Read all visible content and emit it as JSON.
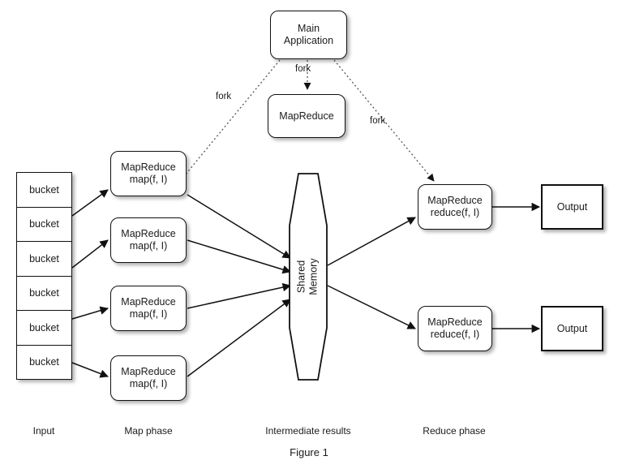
{
  "figure": {
    "caption": "Figure 1"
  },
  "nodes": {
    "main_application": {
      "line1": "Main",
      "line2": "Application"
    },
    "mapreduce_library": {
      "line1": "MapReduce"
    },
    "map_tasks": [
      {
        "line1": "MapReduce",
        "line2": "map(f, I)"
      },
      {
        "line1": "MapReduce",
        "line2": "map(f, I)"
      },
      {
        "line1": "MapReduce",
        "line2": "map(f, I)"
      },
      {
        "line1": "MapReduce",
        "line2": "map(f, I)"
      }
    ],
    "reduce_tasks": [
      {
        "line1": "MapReduce",
        "line2": "reduce(f, I)"
      },
      {
        "line1": "MapReduce",
        "line2": "reduce(f, I)"
      }
    ],
    "outputs": [
      {
        "label": "Output"
      },
      {
        "label": "Output"
      }
    ],
    "shared_memory": {
      "line1": "Shared",
      "line2": "Memory"
    },
    "input_buckets": [
      {
        "label": "bucket"
      },
      {
        "label": "bucket"
      },
      {
        "label": "bucket"
      },
      {
        "label": "bucket"
      },
      {
        "label": "bucket"
      },
      {
        "label": "bucket"
      }
    ]
  },
  "edge_labels": {
    "fork_left": "fork",
    "fork_center": "fork",
    "fork_right": "fork"
  },
  "phase_labels": {
    "input": "Input",
    "map_phase": "Map phase",
    "intermediate_results": "Intermediate results",
    "reduce_phase": "Reduce phase"
  },
  "colors": {
    "stroke": "#111111",
    "text": "#1b1b1b",
    "background": "#ffffff",
    "dotted_stroke": "#555555"
  }
}
